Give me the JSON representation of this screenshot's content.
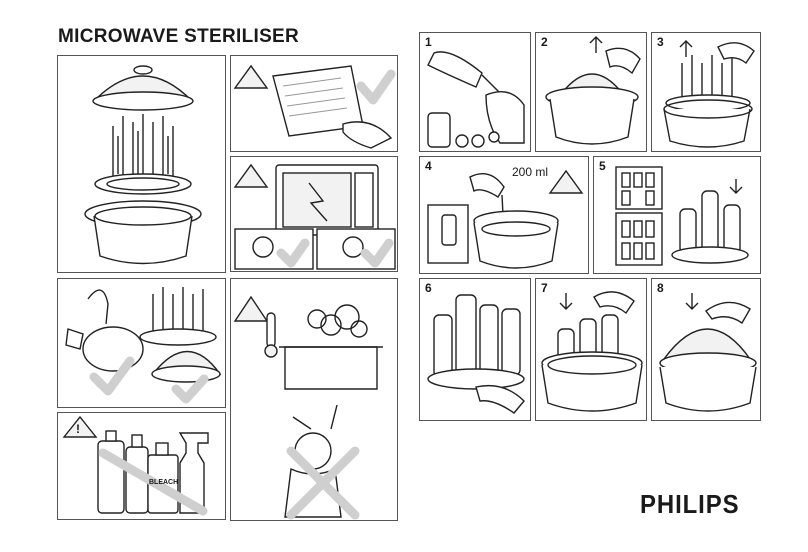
{
  "title": "MICROWAVE STERILISER",
  "brand": "PHILIPS",
  "warning_symbol": "!",
  "steps": [
    {
      "number": "1"
    },
    {
      "number": "2"
    },
    {
      "number": "3"
    },
    {
      "number": "4",
      "volume": "200 ml"
    },
    {
      "number": "5"
    },
    {
      "number": "6"
    },
    {
      "number": "7"
    },
    {
      "number": "8"
    }
  ],
  "bottle_label": "BLEACH",
  "colors": {
    "line": "#222222",
    "check": "#cfcfcf",
    "panel_border": "#555555"
  }
}
